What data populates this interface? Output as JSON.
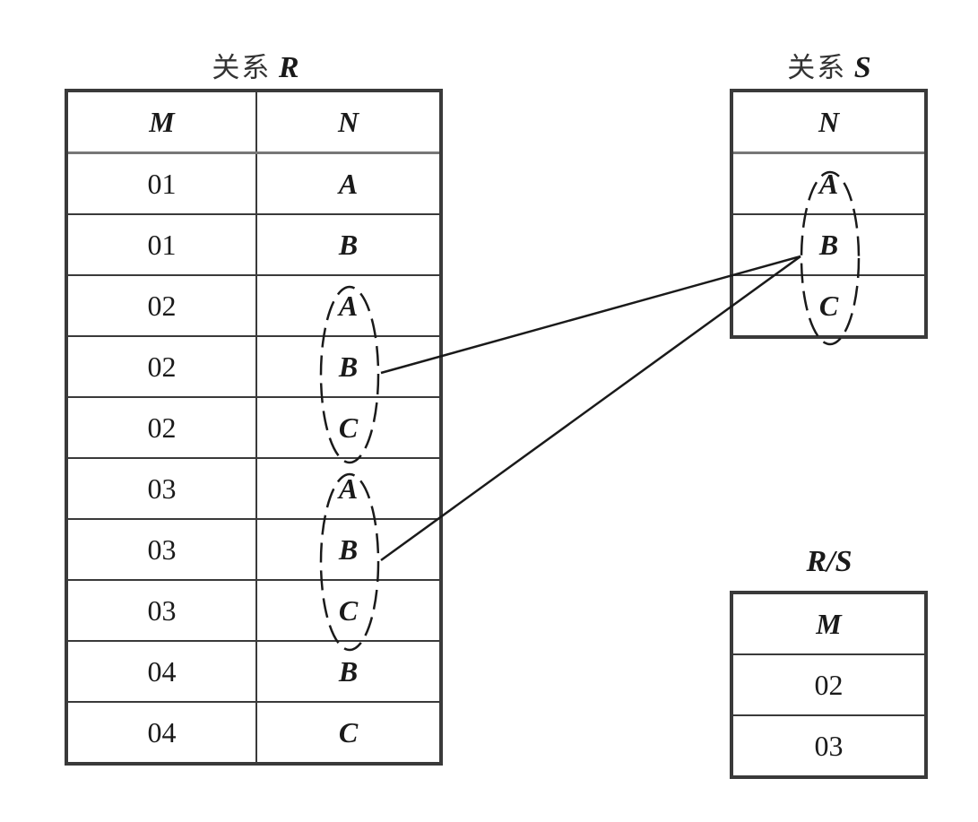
{
  "relation_r": {
    "title_prefix": "关系",
    "title_var": "R",
    "headers": [
      "M",
      "N"
    ],
    "rows": [
      [
        "01",
        "A"
      ],
      [
        "01",
        "B"
      ],
      [
        "02",
        "A"
      ],
      [
        "02",
        "B"
      ],
      [
        "02",
        "C"
      ],
      [
        "03",
        "A"
      ],
      [
        "03",
        "B"
      ],
      [
        "03",
        "C"
      ],
      [
        "04",
        "B"
      ],
      [
        "04",
        "C"
      ]
    ]
  },
  "relation_s": {
    "title_prefix": "关系",
    "title_var": "S",
    "headers": [
      "N"
    ],
    "rows": [
      [
        "A"
      ],
      [
        "B"
      ],
      [
        "C"
      ]
    ]
  },
  "result": {
    "title": "R/S",
    "headers": [
      "M"
    ],
    "rows": [
      [
        "02"
      ],
      [
        "03"
      ]
    ]
  },
  "groupings": [
    {
      "relation": "R",
      "m_value": "02",
      "n_values": [
        "A",
        "B",
        "C"
      ]
    },
    {
      "relation": "R",
      "m_value": "03",
      "n_values": [
        "A",
        "B",
        "C"
      ]
    },
    {
      "relation": "S",
      "n_values": [
        "A",
        "B",
        "C"
      ]
    }
  ],
  "connections": [
    {
      "from": "R group 02",
      "to": "S group"
    },
    {
      "from": "R group 03",
      "to": "S group"
    }
  ],
  "colors": {
    "border": "#3a3a3a",
    "text": "#1a1a1a",
    "header_rule": "#777777"
  }
}
